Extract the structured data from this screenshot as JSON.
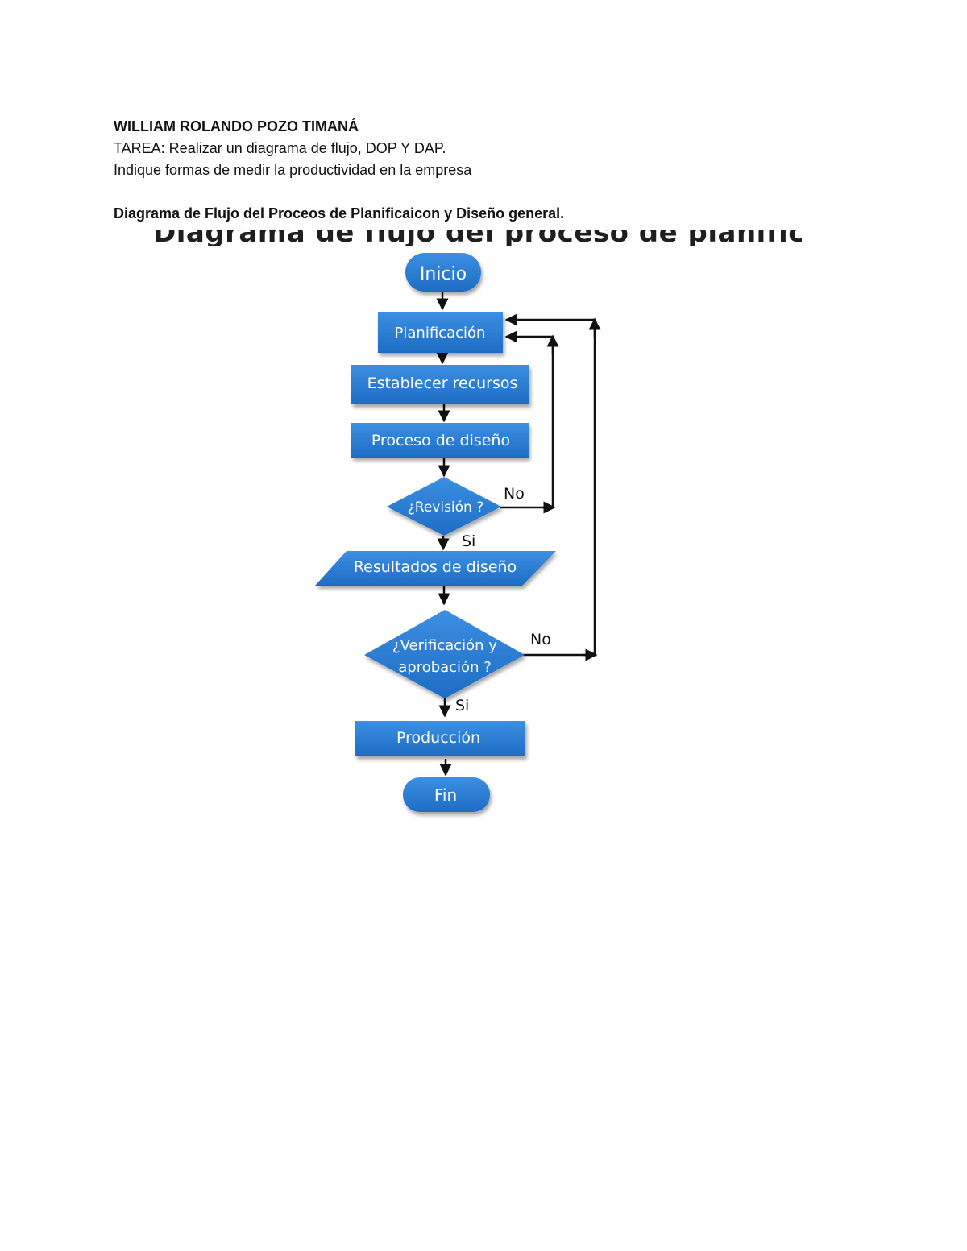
{
  "document": {
    "author": "WILLIAM ROLANDO POZO TIMANÁ",
    "task_line": "TAREA: Realizar un diagrama de flujo, DOP Y DAP.",
    "instruction_line": "Indique formas de medir la productividad en la empresa",
    "section_title": "Diagrama de Flujo del Proceos de Planificaicon y Diseño general."
  },
  "flowchart": {
    "title": "Diagrama de flujo del proceso de planificación  y diseño",
    "colors": {
      "shape_fill": "#2878CE",
      "shape_fill_light": "#3A8DE0",
      "shape_text": "#ffffff",
      "connector": "#111111",
      "label_text": "#111111"
    },
    "nodes": {
      "start": "Inicio",
      "planning": "Planificación",
      "resources": "Establecer recursos",
      "design_process": "Proceso de diseño",
      "review": "¿Revisión ?",
      "design_results": "Resultados de diseño",
      "verification_line1": "¿Verificación y",
      "verification_line2": "aprobación ?",
      "production": "Producción",
      "end": "Fin"
    },
    "labels": {
      "review_no": "No",
      "review_yes": "Si",
      "verification_no": "No",
      "verification_yes": "Si"
    }
  }
}
